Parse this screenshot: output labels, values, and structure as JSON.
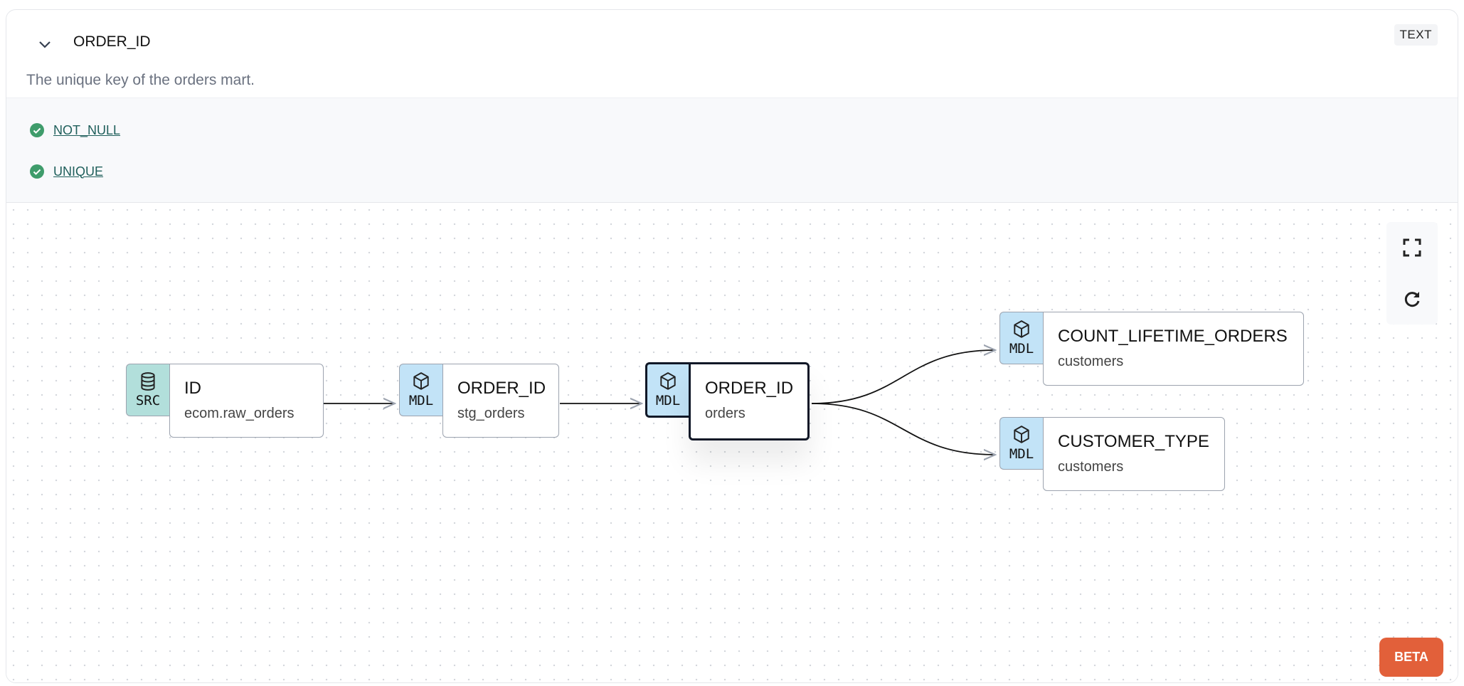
{
  "column": {
    "name": "ORDER_ID",
    "type": "TEXT",
    "description": "The unique key of the orders mart."
  },
  "tests": [
    {
      "name": "NOT_NULL",
      "status": "passed"
    },
    {
      "name": "UNIQUE",
      "status": "passed"
    }
  ],
  "lineage": {
    "nodes": [
      {
        "kind": "SRC",
        "name": "ID",
        "parent": "ecom.raw_orders",
        "color": "#b2dfdb"
      },
      {
        "kind": "MDL",
        "name": "ORDER_ID",
        "parent": "stg_orders",
        "color": "#c2e3f7"
      },
      {
        "kind": "MDL",
        "name": "ORDER_ID",
        "parent": "orders",
        "color": "#c2e3f7",
        "selected": true
      },
      {
        "kind": "MDL",
        "name": "COUNT_LIFETIME_ORDERS",
        "parent": "customers",
        "color": "#c2e3f7"
      },
      {
        "kind": "MDL",
        "name": "CUSTOMER_TYPE",
        "parent": "customers",
        "color": "#c2e3f7"
      }
    ],
    "controls": [
      "fullscreen-icon",
      "refresh-icon"
    ],
    "beta_label": "BETA"
  },
  "colors": {
    "test_pass": "#3f9c6b",
    "beta": "#e2603a",
    "link": "#1f5f5b"
  }
}
